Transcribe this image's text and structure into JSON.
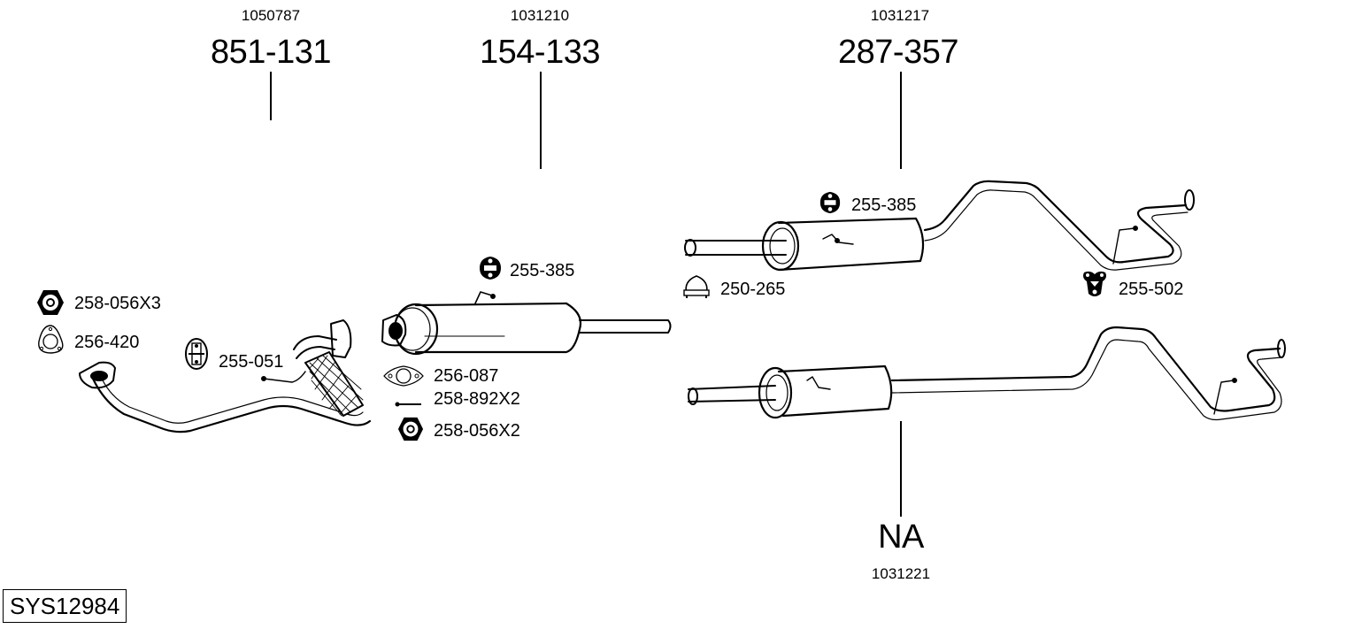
{
  "system_id": "SYS12984",
  "assemblies": [
    {
      "ref": "1050787",
      "part": "851-131",
      "name": "front-pipe"
    },
    {
      "ref": "1031210",
      "part": "154-133",
      "name": "center-muffler"
    },
    {
      "ref": "1031217",
      "part": "287-357",
      "name": "rear-muffler-a"
    },
    {
      "ref": "1031221",
      "part": "NA",
      "name": "rear-muffler-b"
    }
  ],
  "fittings": {
    "nut_x3": "258-056X3",
    "gasket_3hole": "256-420",
    "rubber_mount_front": "255-051",
    "rubber_mount_center": "255-385",
    "gasket_2hole": "256-087",
    "bolt_x2": "258-892X2",
    "nut_x2": "258-056X2",
    "rubber_mount_rear": "255-385",
    "clamp": "250-265",
    "bracket_rear": "255-502"
  }
}
